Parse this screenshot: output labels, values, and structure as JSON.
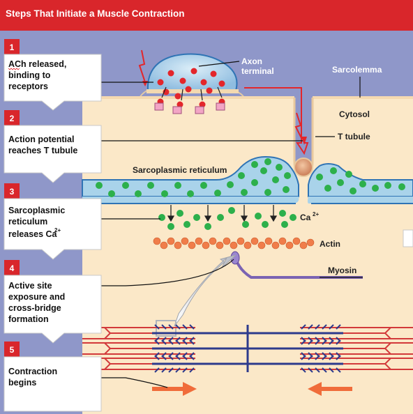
{
  "title": "Steps That Initiate a Muscle Contraction",
  "steps": [
    {
      "number": "1",
      "lines": [
        "ACh released,",
        "binding to",
        "receptors"
      ]
    },
    {
      "number": "2",
      "lines": [
        "Action potential",
        "reaches T tubule"
      ]
    },
    {
      "number": "3",
      "lines": [
        "Sarcoplasmic",
        "reticulum",
        "releases Ca"
      ],
      "superscript": "2+"
    },
    {
      "number": "4",
      "lines": [
        "Active site",
        "exposure and",
        "cross-bridge",
        "formation"
      ]
    },
    {
      "number": "5",
      "lines": [
        "Contraction",
        "begins"
      ]
    }
  ],
  "labels": {
    "axon_terminal_1": "Axon",
    "axon_terminal_2": "terminal",
    "sarcolemma": "Sarcolemma",
    "cytosol": "Cytosol",
    "t_tubule": "T tubule",
    "sarcoplasmic_reticulum": "Sarcoplasmic reticulum",
    "calcium": "Ca",
    "calcium_sup": "2+",
    "actin": "Actin",
    "myosin": "Myosin"
  },
  "colors": {
    "title_bg": "#d9262b",
    "panel_bg": "#8f97c9",
    "cytosol": "#fbe8c8",
    "sr_fill": "#a9d3ea",
    "sr_stroke": "#2f74b5",
    "calcium": "#2db04b",
    "ach": "#e3262b",
    "actin": "#f07d4a",
    "myosin": "#7b63b3",
    "thick_filament": "#2d3a8c",
    "thin_filament": "#d2393a",
    "arrow": "#f06c3a"
  }
}
